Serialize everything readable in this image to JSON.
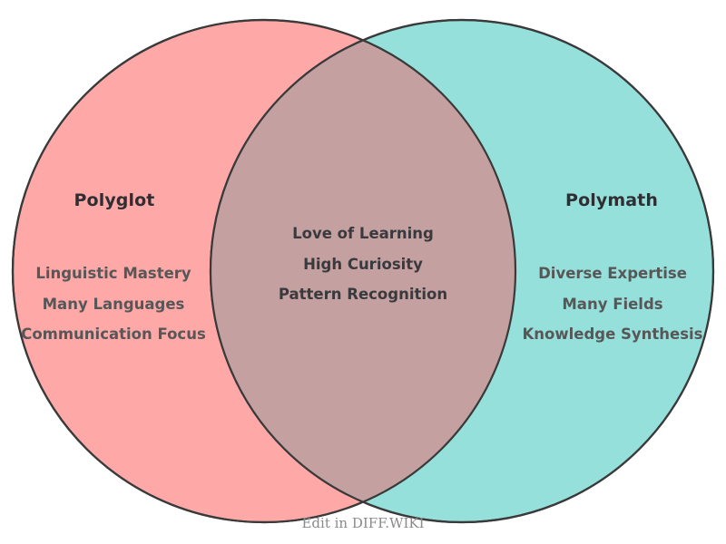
{
  "diagram": {
    "type": "venn",
    "sets": [
      {
        "id": "left",
        "title": "Polyglot",
        "fill": "#FFA8A8",
        "items": [
          "Linguistic Mastery",
          "Many Languages",
          "Communication Focus"
        ]
      },
      {
        "id": "right",
        "title": "Polymath",
        "fill": "#96E0DC",
        "items": [
          "Diverse Expertise",
          "Many Fields",
          "Knowledge Synthesis"
        ]
      }
    ],
    "intersection": {
      "fill": "#C4A0A0",
      "items": [
        "Love of Learning",
        "High Curiosity",
        "Pattern Recognition"
      ]
    },
    "stroke": "#3a3a3a",
    "background": "#ffffff",
    "title_color": "#2f2f33",
    "item_color": "#575757",
    "intersection_text_color": "#3a3a3e"
  },
  "watermark": {
    "text": "Edit in DIFF.WIKI",
    "color": "#8a8a8a"
  }
}
